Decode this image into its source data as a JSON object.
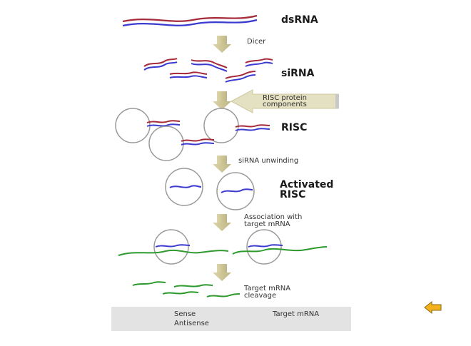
{
  "steps": {
    "dsrna": "dsRNA",
    "dicer": "Dicer",
    "sirna": "siRNA",
    "risc_protein": [
      "RISC protein",
      "components"
    ],
    "risc": "RISC",
    "unwinding": "siRNA unwinding",
    "activated": [
      "Activated",
      "RISC"
    ],
    "association": [
      "Association with",
      "target mRNA"
    ],
    "cleavage": [
      "Target mRNA",
      "cleavage"
    ]
  },
  "legend": {
    "sense": "Sense",
    "antisense": "Antisense",
    "target": "Target mRNA"
  },
  "colors": {
    "sense": "#a52a3a",
    "antisense": "#3b3ad0",
    "target": "#2e9a2e",
    "arrow": "#cfc69a",
    "arrow_edge": "#bdb27d",
    "circle": "#9a9a9a",
    "back_button": "#f3b21b"
  },
  "icons": {
    "back": "back-arrow-icon"
  }
}
